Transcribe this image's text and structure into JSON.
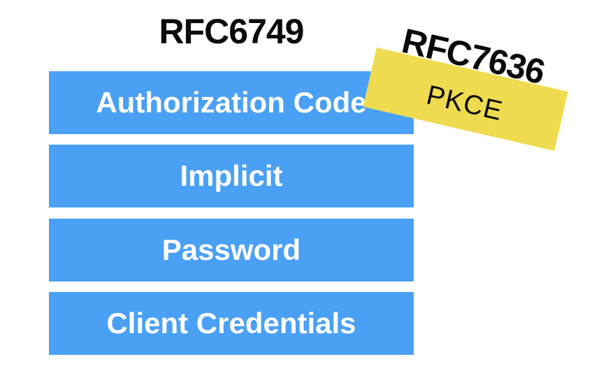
{
  "slide": {
    "rfc6749": {
      "title": "RFC6749",
      "flows": [
        {
          "label": "Authorization Code"
        },
        {
          "label": "Implicit"
        },
        {
          "label": "Password"
        },
        {
          "label": "Client Credentials"
        }
      ]
    },
    "rfc7636": {
      "title": "RFC7636",
      "label": "PKCE"
    },
    "colors": {
      "flow_bar": "#4AA0F4",
      "flow_bar_text": "#FFFFFF",
      "pkce_sticker": "#EFDB4F",
      "heading_text": "#0A0A0A",
      "background": "#FFFFFF"
    }
  }
}
